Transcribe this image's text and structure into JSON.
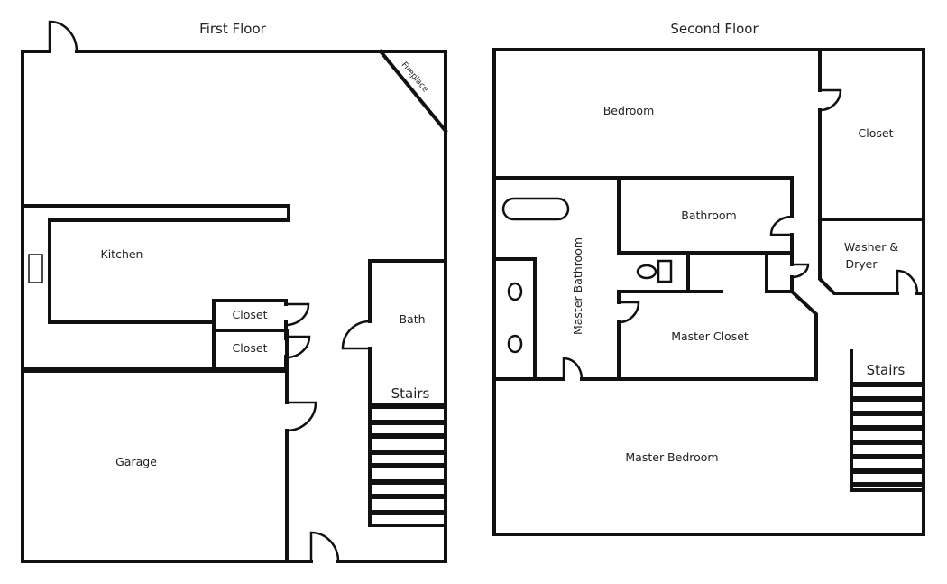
{
  "first_floor": {
    "title": "First Floor",
    "rooms": {
      "fireplace": "Fireplace",
      "kitchen": "Kitchen",
      "closet_1": "Closet",
      "closet_2": "Closet",
      "bath": "Bath",
      "stairs": "Stairs",
      "garage": "Garage"
    }
  },
  "second_floor": {
    "title": "Second Floor",
    "rooms": {
      "bedroom": "Bedroom",
      "closet": "Closet",
      "bathroom": "Bathroom",
      "washer_dryer_line1": "Washer &",
      "washer_dryer_line2": "Dryer",
      "master_bathroom": "Master Bathroom",
      "master_closet": "Master Closet",
      "stairs": "Stairs",
      "master_bedroom": "Master Bedroom"
    }
  }
}
